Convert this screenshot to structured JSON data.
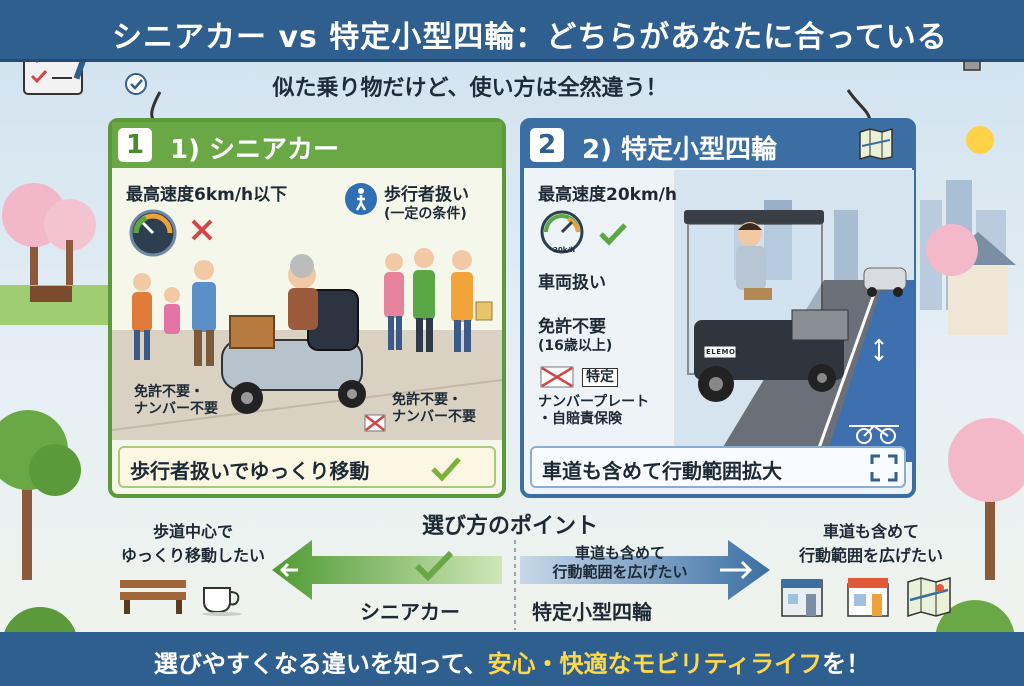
{
  "header": {
    "title": "シニアカー vs 特定小型四輪：どちらがあなたに合っている",
    "subtitle": "似た乗り物だけど、使い方は全然違う！"
  },
  "left_panel": {
    "number": "1",
    "title": "1) シニアカー",
    "speed": "最高速度6km/h以下",
    "pedestrian": "歩行者扱い",
    "condition": "(一定の条件)",
    "license_left": "免許不要・\nナンバー不要",
    "license_right": "免許不要・\nナンバー不要",
    "footer": "歩行者扱いでゆっくり移動"
  },
  "right_panel": {
    "number": "2",
    "title": "2) 特定小型四輪",
    "speed": "最高速度20km/h",
    "vehicle": "車両扱い",
    "license": "免許不要",
    "age": "(16歳以上)",
    "plate_badge": "特定",
    "plate_note": "ナンバープレート\n・自賠責保険",
    "gauge_unit": "20k/h",
    "vehicle_plate": "ELEMOs",
    "footer": "車道も含めて行動範囲拡大"
  },
  "choose": {
    "title": "選び方のポイント",
    "left_desc": "歩道中心で\nゆっくり移動したい",
    "left_pick": "シニアカー",
    "right_desc_center": "車道も含めて\n行動範囲を広げたい",
    "right_pick": "特定小型四輪",
    "right_desc_far": "車道も含めて\n行動範囲を広げたい"
  },
  "footer": {
    "part1": "選びやすくなる違いを知って、",
    "highlight": "安心・快適なモビリティライフ",
    "part2": "を！"
  },
  "colors": {
    "header_blue": "#2f5f8e",
    "senior_green": "#6aa845",
    "mini_blue": "#3b6fa3",
    "highlight_yellow": "#ffd84a"
  }
}
